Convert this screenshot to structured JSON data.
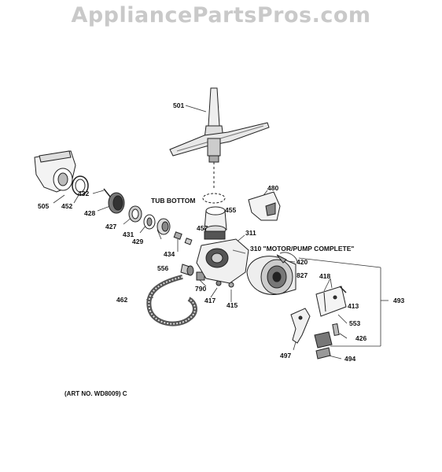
{
  "watermark": "AppliancePartsPros.com",
  "caption": "(ART NO. WD8009) C",
  "labels": {
    "l501": "501",
    "l505": "505",
    "l452": "452",
    "l432": "432",
    "l428": "428",
    "l427": "427",
    "l431": "431",
    "l429": "429",
    "l434": "434",
    "l556": "556",
    "l462": "462",
    "l790": "790",
    "l417": "417",
    "l415": "415",
    "l457": "457",
    "l455": "455",
    "l311": "311",
    "l480": "480",
    "l310": "310 \"MOTOR/PUMP COMPLETE\"",
    "l420": "420",
    "l827": "827",
    "l418": "418",
    "l413": "413",
    "l553": "553",
    "l426": "426",
    "l493": "493",
    "l497": "497",
    "l494": "494",
    "tub": "TUB BOTTOM"
  },
  "colors": {
    "line": "#222222",
    "fill": "#f2f2f2",
    "shade": "#9a9a9a",
    "watermark": "#c9c9c9"
  }
}
